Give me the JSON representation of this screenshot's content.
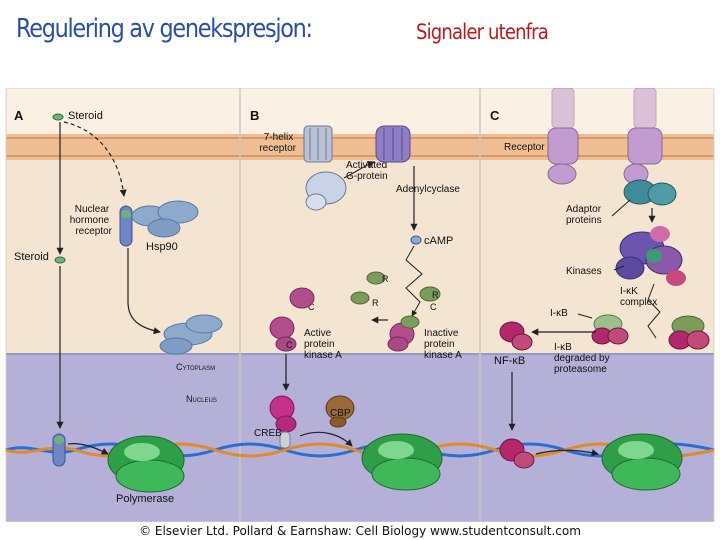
{
  "title": {
    "main": "Regulering av genekspresjon:",
    "sub": "Signaler utenfra"
  },
  "colors": {
    "title_main": "#2a4fa8",
    "title_sub": "#c0161a",
    "cytoplasm": "#f4e4d2",
    "nucleus": "#b4b0d8",
    "membrane": "#efbe94",
    "receptor": "#c29bd0",
    "steroid_receptor": "#6f86c4",
    "hsp90": "#8da9cc",
    "pka_catalytic": "#b24d8c",
    "pka_regulatory": "#7c9c5a",
    "polymerase": "#2f9e49",
    "cbp": "#9a6a3a",
    "creb": "#c5308a",
    "nfkb": "#b2286a",
    "ikk": "#6a55ad"
  },
  "panels": {
    "a": {
      "letter": "A",
      "steroid_top": "Steroid",
      "nuclear_receptor": [
        "Nuclear",
        "hormone",
        "receptor"
      ],
      "hsp90": "Hsp90",
      "steroid_side": "Steroid",
      "cytoplasm": "Cytoplasm",
      "nucleus": "Nucleus",
      "polymerase": "Polymerase"
    },
    "b": {
      "letter": "B",
      "receptor": [
        "7-helix",
        "receptor"
      ],
      "g_protein": [
        "Activated",
        "G-protein"
      ],
      "adenylyl": "Adenylcyclase",
      "camp": "cAMP",
      "active_pka": [
        "Active",
        "protein",
        "kinase A"
      ],
      "inactive_pka": [
        "Inactive",
        "protein",
        "kinase A"
      ],
      "c_label": "C",
      "r_label": "R",
      "cbp": "CBP",
      "creb": "CREB"
    },
    "c": {
      "letter": "C",
      "receptor": "Receptor",
      "adaptor": [
        "Adaptor",
        "proteins"
      ],
      "kinases": "Kinases",
      "ikk_complex": [
        "I-κK",
        "complex"
      ],
      "ikb": "I-κB",
      "nfkb": "NF-κB",
      "degraded": [
        "I-κB",
        "degraded by",
        "proteasome"
      ]
    }
  },
  "caption": "© Elsevier Ltd. Pollard & Earnshaw: Cell Biology www.studentconsult.com"
}
